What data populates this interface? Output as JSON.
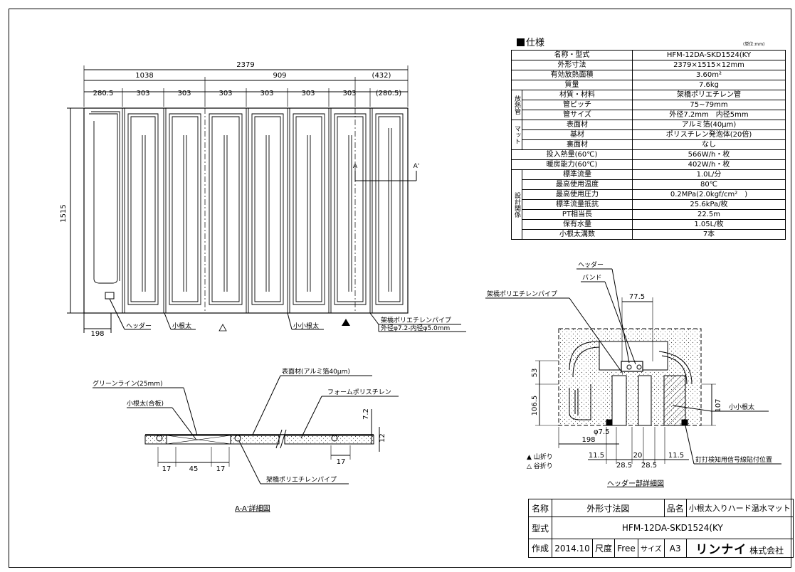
{
  "spec": {
    "title": "仕様",
    "unit": "(単位:mm)",
    "rows": [
      {
        "label": "名称・型式",
        "value": "HFM-12DA-SKD1524(KY"
      },
      {
        "label": "外形寸法",
        "value": "2379×1515×12mm"
      },
      {
        "label": "有効放熱面積",
        "value": "3.60m²"
      },
      {
        "label": "質量",
        "value": "7.6kg"
      },
      {
        "label": "材質・材料",
        "value": "架橋ポリエチレン管"
      },
      {
        "label": "管ピッチ",
        "value": "75~79mm"
      },
      {
        "label": "管サイズ",
        "value": "外径7.2mm　内径5mm"
      },
      {
        "label": "表面材",
        "value": "アルミ箔(40μm)"
      },
      {
        "label": "基材",
        "value": "ポリスチレン発泡体(20倍)"
      },
      {
        "label": "裏面材",
        "value": "なし"
      },
      {
        "label": "投入熱量(60℃)",
        "value": "566W/h・枚"
      },
      {
        "label": "暖房能力(60℃)",
        "value": "402W/h・枚"
      },
      {
        "label": "標準流量",
        "value": "1.0L/分"
      },
      {
        "label": "最高使用温度",
        "value": "80℃"
      },
      {
        "label": "最高使用圧力",
        "value": "0.2MPa(2.0kgf/cm²　)"
      },
      {
        "label": "標準流量抵抗",
        "value": "25.6kPa/枚"
      },
      {
        "label": "PT相当長",
        "value": "22.5m"
      },
      {
        "label": "保有水量",
        "value": "1.05L/枚"
      },
      {
        "label": "小根太溝数",
        "value": "7本"
      }
    ],
    "groups": {
      "pipe": "放熱管",
      "mat": "マット",
      "design": "設計関係"
    }
  },
  "plan": {
    "overall": "2379",
    "seg": [
      "1038",
      "909",
      "(432)"
    ],
    "sub": [
      "280.5",
      "303",
      "303",
      "303",
      "303",
      "303",
      "303",
      "(280.5)"
    ],
    "height": "1515",
    "header_offset": "198",
    "section_a": "A",
    "section_a2": "A'",
    "lbl_header": "ヘッダー",
    "lbl_joist": "小根太",
    "lbl_small_joist": "小小根太",
    "lbl_pipe1": "架橋ポリエチレンパイプ",
    "lbl_pipe2": "外径φ7.2-内径φ5.0mm"
  },
  "section": {
    "caption": "A-A'詳細図",
    "surface": "表面材(アルミ箔40μm)",
    "green": "グリーンライン(25mm)",
    "joist": "小根太(合板)",
    "foam": "フォームポリスチレン",
    "pipe": "架橋ポリエチレンパイプ",
    "d_72": "7.2",
    "d_12": "12",
    "d_17a": "17",
    "d_45": "45",
    "d_17b": "17",
    "d_17c": "17"
  },
  "legend": {
    "mountain": "▲ 山折り",
    "valley": "△ 谷折り"
  },
  "header_detail": {
    "caption": "ヘッダー部詳細図",
    "header": "ヘッダー",
    "band": "バンド",
    "pipe": "架橋ポリエチレンパイプ",
    "small_joist": "小小根太",
    "nail": "釘打検知用信号線貼付位置",
    "d_775": "77.5",
    "d_53": "53",
    "d_1065": "106.5",
    "d_107": "107",
    "d_75": "φ7.5",
    "d_198": "198",
    "d_115a": "11.5",
    "d_20": "20",
    "d_115b": "11.5",
    "d_285a": "28.5",
    "d_285b": "28.5"
  },
  "titleblock": {
    "name_label": "名称",
    "name_value": "外形寸法図",
    "product_label": "品名",
    "product_value": "小根太入りハード温水マット",
    "model_label": "型式",
    "model_value": "HFM-12DA-SKD1524(KY",
    "made_label": "作成",
    "made_value": "2014.10",
    "scale_label": "尺度",
    "scale_value": "Free",
    "size_label": "サイズ",
    "size_value": "A3",
    "company_brand": "リンナイ",
    "company_suffix": "株式会社"
  }
}
